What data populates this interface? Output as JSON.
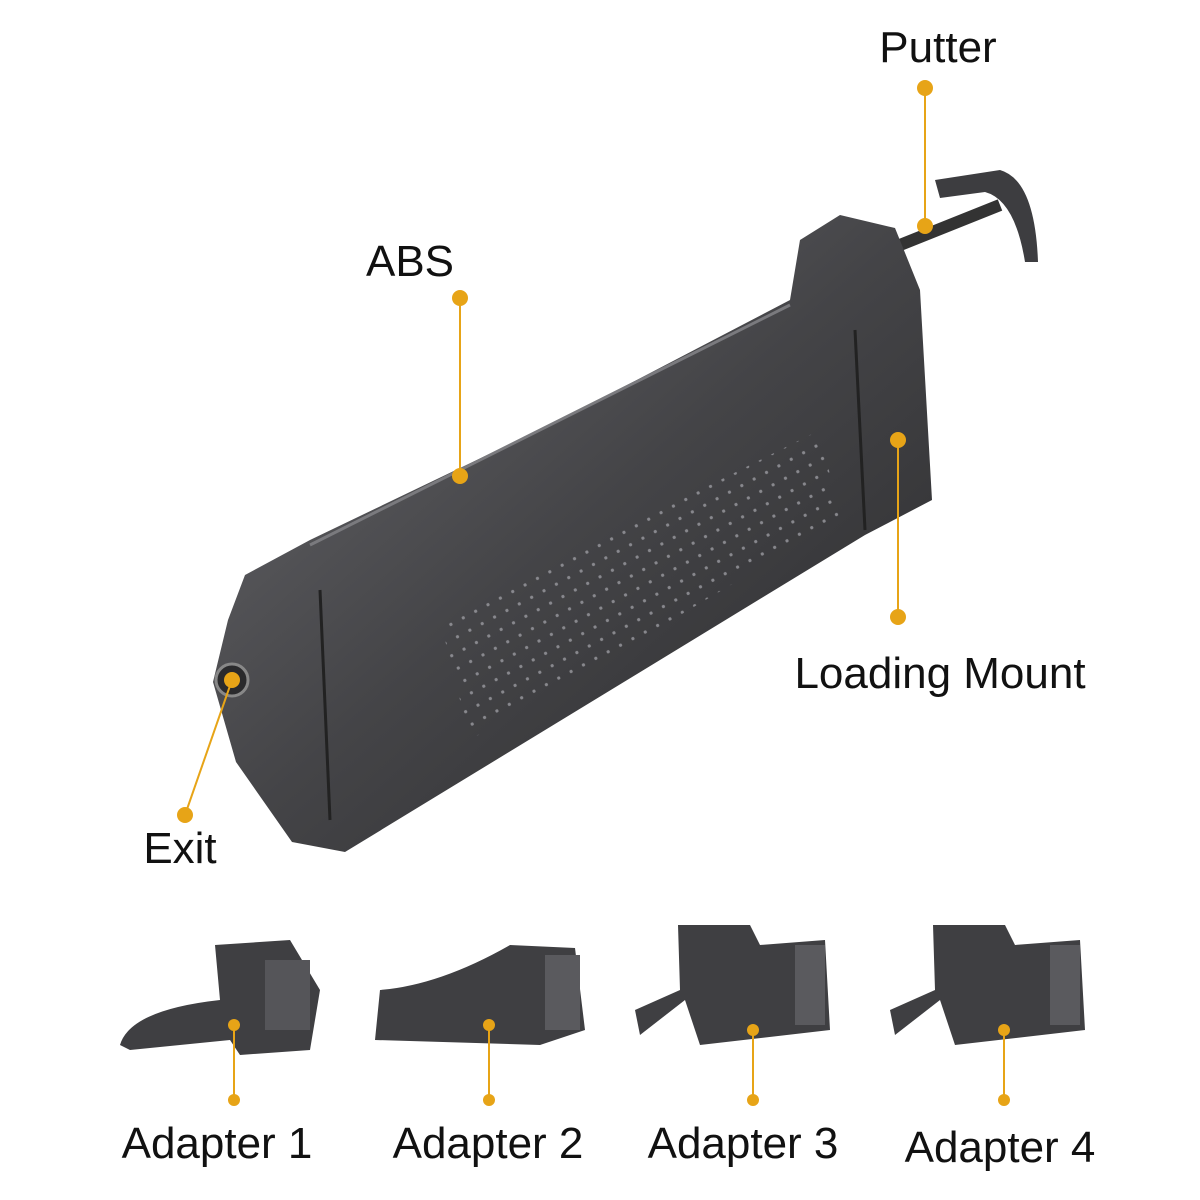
{
  "labels": {
    "putter": "Putter",
    "abs": "ABS",
    "loading_mount": "Loading Mount",
    "exit": "Exit"
  },
  "adapters": [
    {
      "label": "Adapter 1"
    },
    {
      "label": "Adapter 2"
    },
    {
      "label": "Adapter 3"
    },
    {
      "label": "Adapter 4"
    }
  ],
  "colors": {
    "accent": "#E7A417",
    "body": "#3a3a3c",
    "body_light": "#5a5a5e"
  }
}
